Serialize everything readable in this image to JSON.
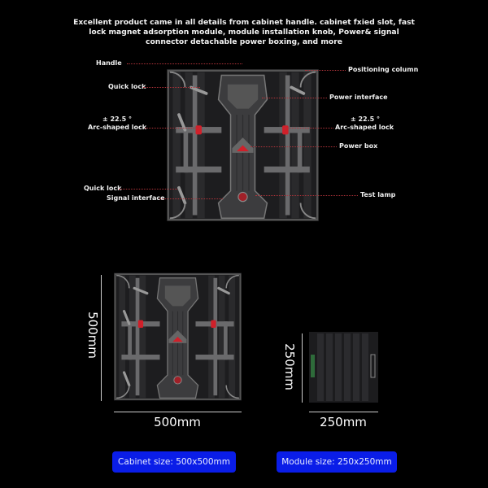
{
  "headline": "Excellent product came in all details from cabinet handle. cabinet fxied slot, fast lock magnet adsorption module, module installation knob, Power& signal connector detachable power boxing, and more",
  "callouts": {
    "handle": "Handle",
    "quick_lock_top": "Quick lock",
    "arc_left_angle": "± 22.5 °",
    "arc_left": "Arc-shaped lock",
    "quick_lock_bottom": "Quick lock",
    "signal_interface": "Signal interface",
    "positioning_column": "Positioning column",
    "power_interface": "Power interface",
    "arc_right_angle": "± 22.5 °",
    "arc_right": "Arc-shaped lock",
    "power_box": "Power box",
    "test_lamp": "Test lamp"
  },
  "dimensions": {
    "cabinet_height": "500mm",
    "cabinet_width": "500mm",
    "module_height": "250mm",
    "module_width": "250mm"
  },
  "buttons": {
    "cabinet_size": "Cabinet size: 500x500mm",
    "module_size": "Module size: 250x250mm"
  },
  "colors": {
    "accent_blue": "#0a1de8",
    "accent_red": "#d0202a"
  }
}
